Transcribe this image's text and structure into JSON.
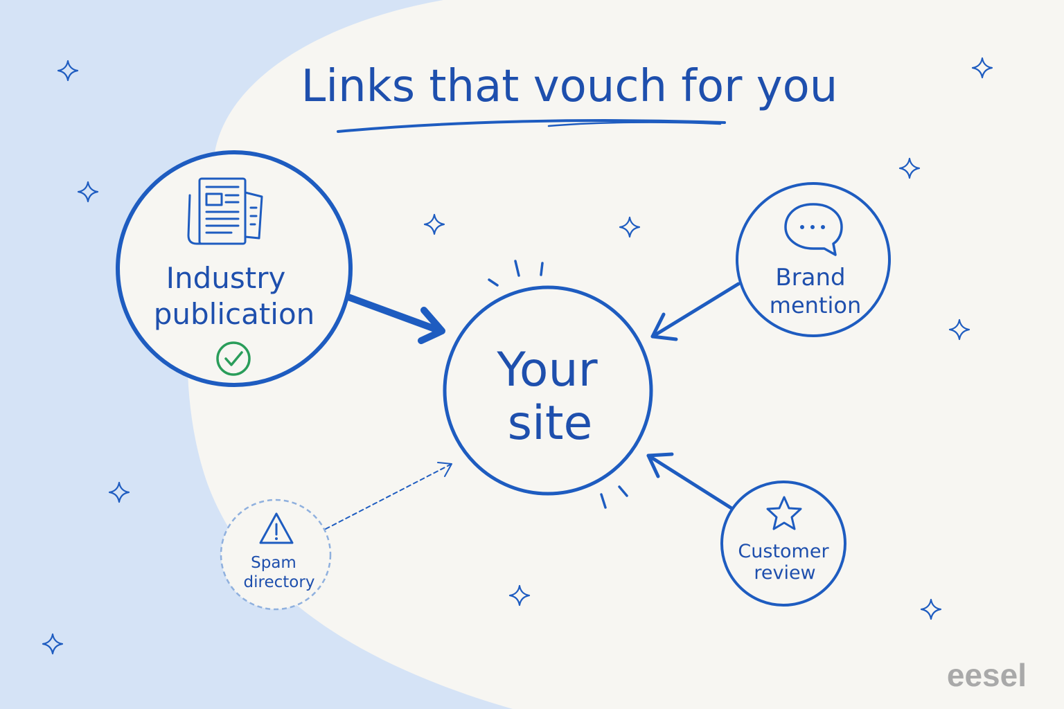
{
  "title": "Links that vouch for you",
  "center": {
    "line1": "Your",
    "line2": "site"
  },
  "nodes": {
    "industry": {
      "line1": "Industry",
      "line2": "publication",
      "icon": "newspaper-icon",
      "badge": "check-circle-icon"
    },
    "brand": {
      "line1": "Brand",
      "line2": "mention",
      "icon": "speech-bubble-icon"
    },
    "review": {
      "line1": "Customer",
      "line2": "review",
      "icon": "star-icon"
    },
    "spam": {
      "line1": "Spam",
      "line2": "directory",
      "icon": "warning-icon"
    }
  },
  "watermark": "eesel",
  "colors": {
    "ink": "#1e5cc0",
    "background": "#f7f6f2",
    "band": "#d5e3f6",
    "check": "#2a9d5a",
    "spam_ring": "#8fb0de",
    "watermark": "#a9a9a9"
  }
}
